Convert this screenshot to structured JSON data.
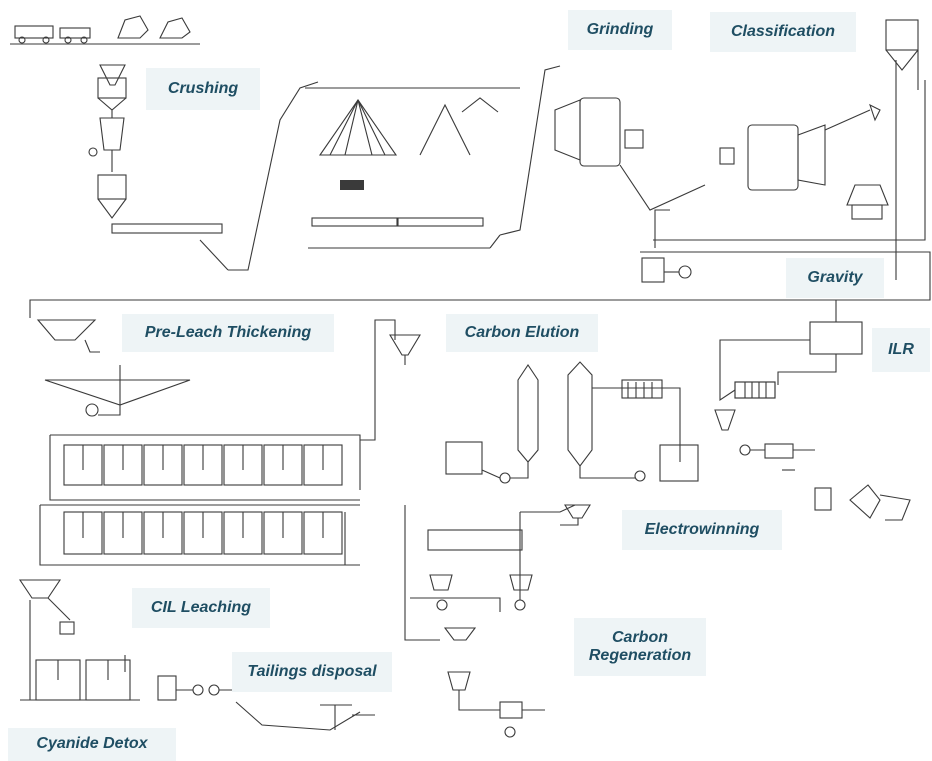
{
  "stages": {
    "crushing": "Crushing",
    "grinding": "Grinding",
    "classification": "Classification",
    "gravity": "Gravity",
    "ilr": "ILR",
    "pre_leach_thickening": "Pre-Leach Thickening",
    "carbon_elution": "Carbon Elution",
    "electrowinning": "Electrowinning",
    "cil_leaching": "CIL Leaching",
    "carbon_regeneration_line1": "Carbon",
    "carbon_regeneration_line2": "Regeneration",
    "tailings_disposal": "Tailings disposal",
    "cyanide_detox": "Cyanide Detox"
  },
  "colors": {
    "stage_label_text": "#1f4e63",
    "stage_label_bg": "#eef4f6",
    "line": "#3a3a3a"
  }
}
